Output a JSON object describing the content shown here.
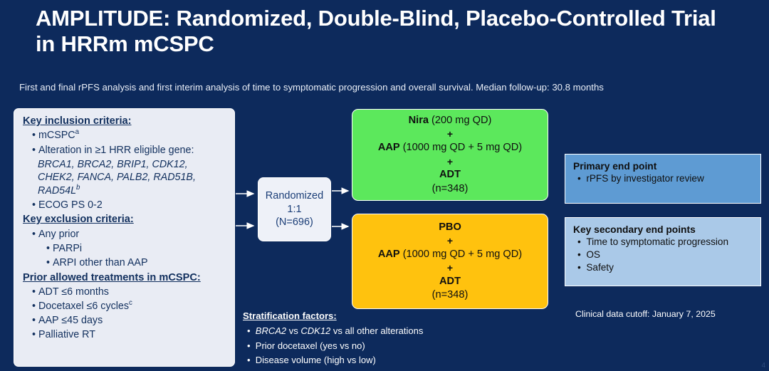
{
  "header": {
    "title": "AMPLITUDE: Randomized, Double-Blind, Placebo-Controlled Trial in HRRm mCSPC",
    "subtitle": "First and final rPFS analysis and first interim analysis of time to symptomatic progression and overall survival. Median follow-up: 30.8 months"
  },
  "criteria": {
    "inclusion_heading": "Key inclusion criteria:",
    "inclusion_items": [
      "mCSPC",
      "Alteration in ≥1 HRR eligible gene:",
      "ECOG PS 0-2"
    ],
    "inclusion_item1_sup": "a",
    "gene_list_line1": "BRCA1, BRCA2, BRIP1, CDK12,",
    "gene_list_line2": "CHEK2, FANCA, PALB2, RAD51B,",
    "gene_list_line3": "RAD54L",
    "gene_list_line3_sup": "b",
    "exclusion_heading": "Key exclusion criteria:",
    "exclusion_items": [
      "Any prior"
    ],
    "exclusion_subitems": [
      "PARPi",
      "ARPI other than AAP"
    ],
    "prior_heading": "Prior allowed treatments in mCSPC:",
    "prior_items": [
      "ADT ≤6 months",
      "Docetaxel ≤6 cycles",
      "AAP ≤45 days",
      "Palliative RT"
    ],
    "prior_item2_sup": "c"
  },
  "randomization": {
    "line1": "Randomized",
    "line2": "1:1",
    "line3": "(N=696)"
  },
  "arms": {
    "experimental": {
      "drug1_name": "Nira",
      "drug1_dose": "(200 mg QD)",
      "plus1": "+",
      "drug2_name": "AAP",
      "drug2_dose": "(1000 mg QD + 5 mg QD)",
      "plus2": "+",
      "drug3_name": "ADT",
      "n": "(n=348)",
      "color": "#5ce85c"
    },
    "control": {
      "drug1_name": "PBO",
      "drug1_dose": "",
      "plus1": "+",
      "drug2_name": "AAP",
      "drug2_dose": "(1000 mg QD + 5 mg QD)",
      "plus2": "+",
      "drug3_name": "ADT",
      "n": "(n=348)",
      "color": "#ffc20e"
    }
  },
  "endpoints": {
    "primary": {
      "title": "Primary end point",
      "items": [
        "rPFS by investigator review"
      ],
      "color": "#5e9bd3"
    },
    "secondary": {
      "title": "Key secondary end points",
      "items": [
        "Time to symptomatic progression",
        "OS",
        "Safety"
      ],
      "color": "#aac9e8"
    }
  },
  "stratification": {
    "heading": "Stratification factors:",
    "item1_gene1": "BRCA2",
    "item1_mid": " vs ",
    "item1_gene2": "CDK12",
    "item1_tail": " vs all other alterations",
    "item2": "Prior docetaxel (yes vs no)",
    "item3": "Disease volume (high vs low)"
  },
  "footer": {
    "cutoff": "Clinical data cutoff: January 7, 2025",
    "page_number": "4"
  }
}
